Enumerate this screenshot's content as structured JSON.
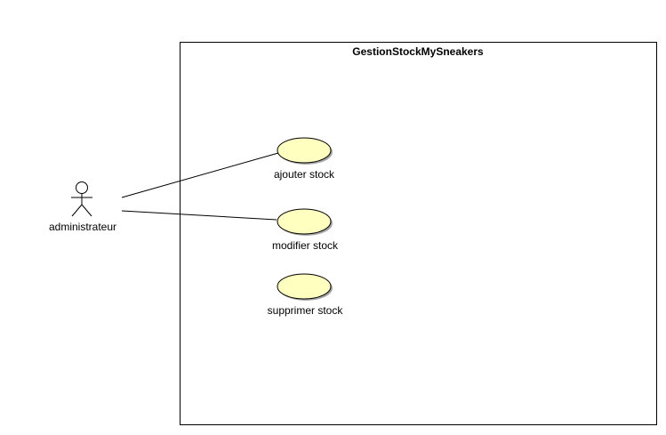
{
  "diagram": {
    "system": {
      "title": "GestionStockMySneakers"
    },
    "actor": {
      "label": "administrateur",
      "icon": "stick-figure-icon"
    },
    "use_cases": [
      {
        "label": "ajouter stock"
      },
      {
        "label": "modifier stock"
      },
      {
        "label": "supprimer stock"
      }
    ],
    "colors": {
      "use_case_fill": "#ffffc0",
      "stroke": "#000000",
      "background": "#ffffff"
    }
  }
}
